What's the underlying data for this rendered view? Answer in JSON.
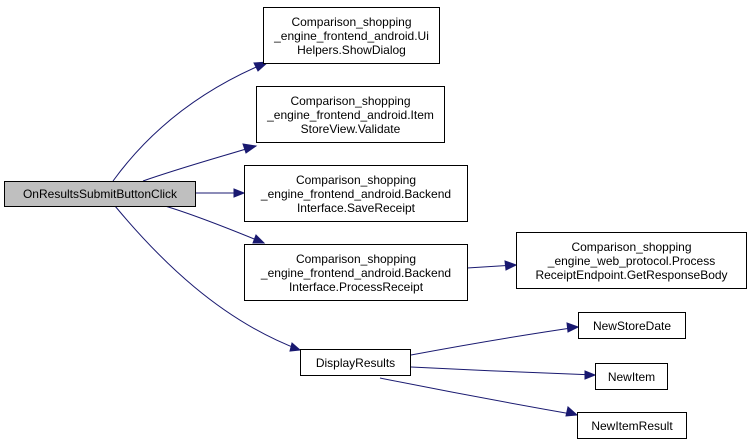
{
  "colors": {
    "edge": "#191970",
    "node_border": "#000000",
    "root_fill": "#bfbfbf",
    "node_fill": "#ffffff"
  },
  "nodes": {
    "root": {
      "label": "OnResultsSubmitButtonClick"
    },
    "show_dialog": {
      "lines": [
        "Comparison_shopping",
        "_engine_frontend_android.Ui",
        "Helpers.ShowDialog"
      ]
    },
    "validate": {
      "lines": [
        "Comparison_shopping",
        "_engine_frontend_android.Item",
        "StoreView.Validate"
      ]
    },
    "save_receipt": {
      "lines": [
        "Comparison_shopping",
        "_engine_frontend_android.Backend",
        "Interface.SaveReceipt"
      ]
    },
    "process_receipt": {
      "lines": [
        "Comparison_shopping",
        "_engine_frontend_android.Backend",
        "Interface.ProcessReceipt"
      ]
    },
    "get_response_body": {
      "lines": [
        "Comparison_shopping",
        "_engine_web_protocol.Process",
        "ReceiptEndpoint.GetResponseBody"
      ]
    },
    "display_results": {
      "label": "DisplayResults"
    },
    "new_store_date": {
      "label": "NewStoreDate"
    },
    "new_item": {
      "label": "NewItem"
    },
    "new_item_result": {
      "label": "NewItemResult"
    }
  },
  "edges": [
    [
      "root",
      "show_dialog"
    ],
    [
      "root",
      "validate"
    ],
    [
      "root",
      "save_receipt"
    ],
    [
      "root",
      "process_receipt"
    ],
    [
      "root",
      "display_results"
    ],
    [
      "process_receipt",
      "get_response_body"
    ],
    [
      "display_results",
      "new_store_date"
    ],
    [
      "display_results",
      "new_item"
    ],
    [
      "display_results",
      "new_item_result"
    ]
  ]
}
